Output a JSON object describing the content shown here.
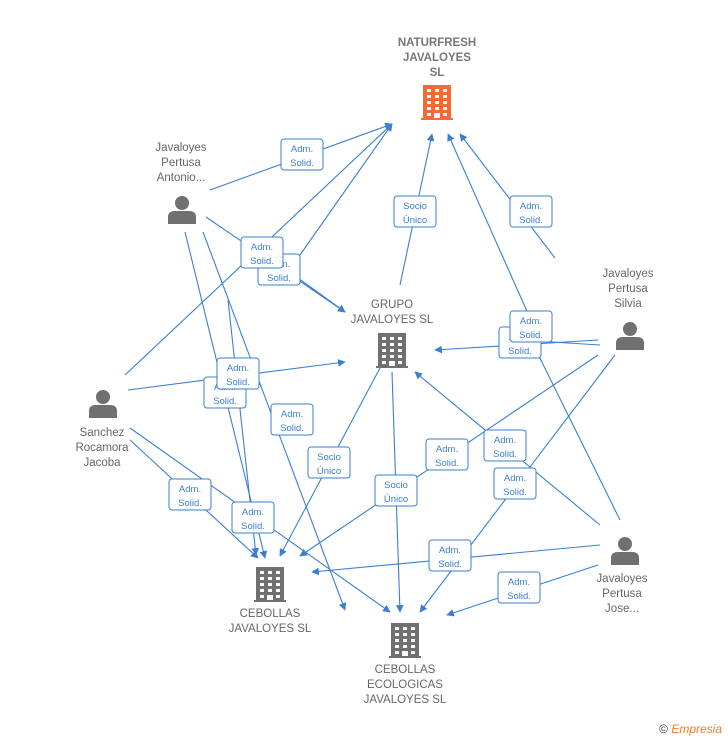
{
  "colors": {
    "edge": "#3a7fd0",
    "main_company": "#f26a36",
    "company": "#707070",
    "person": "#707070"
  },
  "nodes": {
    "naturfresh": {
      "kind": "company",
      "main": true,
      "label": [
        "NATURFRESH",
        "JAVALOYES",
        "SL"
      ]
    },
    "grupo": {
      "kind": "company",
      "main": false,
      "label": [
        "GRUPO",
        "JAVALOYES  SL"
      ]
    },
    "cebollas_j": {
      "kind": "company",
      "main": false,
      "label": [
        "CEBOLLAS",
        "JAVALOYES SL"
      ]
    },
    "cebollas_e": {
      "kind": "company",
      "main": false,
      "label": [
        "CEBOLLAS",
        "ECOLOGICAS",
        "JAVALOYES  SL"
      ]
    },
    "antonio": {
      "kind": "person",
      "label": [
        "Javaloyes",
        "Pertusa",
        "Antonio..."
      ]
    },
    "silvia": {
      "kind": "person",
      "label": [
        "Javaloyes",
        "Pertusa",
        "Silvia"
      ]
    },
    "jacoba": {
      "kind": "person",
      "label": [
        "Sanchez",
        "Rocamora",
        "Jacoba"
      ]
    },
    "jose": {
      "kind": "person",
      "label": [
        "Javaloyes",
        "Pertusa",
        "Jose..."
      ]
    }
  },
  "tags": [
    {
      "id": "t1",
      "lines": [
        "Adm.",
        "Solid."
      ]
    },
    {
      "id": "t2",
      "lines": [
        "Socio",
        "Único"
      ]
    },
    {
      "id": "t3",
      "lines": [
        "Adm.",
        "Solid."
      ]
    },
    {
      "id": "t4",
      "lines": [
        "Adm.",
        "Solid."
      ]
    },
    {
      "id": "t5",
      "lines": [
        "Adm.",
        "Solid."
      ]
    },
    {
      "id": "t6",
      "lines": [
        "Adm.",
        "Solid."
      ]
    },
    {
      "id": "t7",
      "lines": [
        "Adm.",
        "Solid."
      ]
    },
    {
      "id": "t8",
      "lines": [
        "Adm.",
        "Solid."
      ]
    },
    {
      "id": "t9",
      "lines": [
        "Adm.",
        "Solid."
      ]
    },
    {
      "id": "t10",
      "lines": [
        "Adm.",
        "Solid."
      ]
    },
    {
      "id": "t11",
      "lines": [
        "Socio",
        "Único"
      ]
    },
    {
      "id": "t12",
      "lines": [
        "Adm.",
        "Solid."
      ]
    },
    {
      "id": "t13",
      "lines": [
        "Adm.",
        "Solid."
      ]
    },
    {
      "id": "t14",
      "lines": [
        "Adm.",
        "Solid."
      ]
    },
    {
      "id": "t15",
      "lines": [
        "Adm.",
        "Solid."
      ]
    },
    {
      "id": "t16",
      "lines": [
        "Socio",
        "Único"
      ]
    },
    {
      "id": "t17",
      "lines": [
        "Adm.",
        "Solid."
      ]
    },
    {
      "id": "t18",
      "lines": [
        "Adm.",
        "Solid."
      ]
    },
    {
      "id": "t19",
      "lines": [
        "Adm.",
        "Solid."
      ]
    },
    {
      "id": "t20",
      "lines": [
        "Adm.",
        "Solid."
      ]
    }
  ],
  "footer": {
    "copyright": "©",
    "brand": "Empresia"
  }
}
